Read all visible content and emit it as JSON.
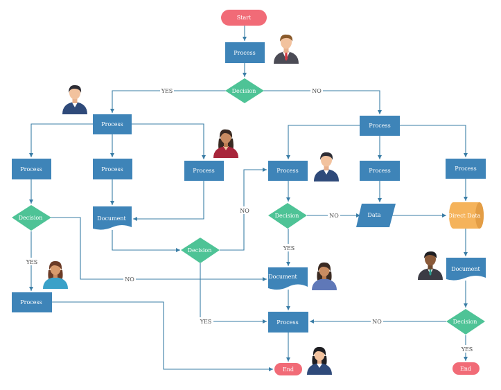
{
  "diagram": {
    "nodes": {
      "start": "Start",
      "p_top": "Process",
      "d_top": "Decision",
      "p_left": "Process",
      "p_right": "Process",
      "p_ll": "Process",
      "p_lm": "Process",
      "p_lr": "Process",
      "d_ll": "Decision",
      "doc_lm": "Document",
      "d_mid": "Decision",
      "p_ll2": "Process",
      "p_rl": "Process",
      "p_rm": "Process",
      "p_rr": "Process",
      "d_rl": "Decision",
      "data_rm": "Data",
      "direct_rr": "Direct Data",
      "doc_c": "Document",
      "doc_rr": "Document",
      "p_c": "Process",
      "d_rr": "Decision",
      "end_c": "End",
      "end_r": "End"
    },
    "edge_labels": {
      "yes_top": "YES",
      "no_top": "NO",
      "yes_ll": "YES",
      "no_ll": "NO",
      "no_mid": "NO",
      "yes_mid": "YES",
      "no_rl": "NO",
      "yes_rl": "YES",
      "no_rr": "NO",
      "yes_rr": "YES"
    },
    "colors": {
      "process": "#3e84b8",
      "decision": "#4ec396",
      "terminator": "#f16b77",
      "direct_data": "#f5b35b",
      "connector": "#3a7da6"
    },
    "icons": [
      "businessman-avatar-icon",
      "man-avatar-icon",
      "woman-avatar-icon",
      "man-avatar-icon",
      "woman-avatar-icon",
      "woman-avatar-icon",
      "man-avatar-icon",
      "woman-avatar-icon"
    ]
  }
}
